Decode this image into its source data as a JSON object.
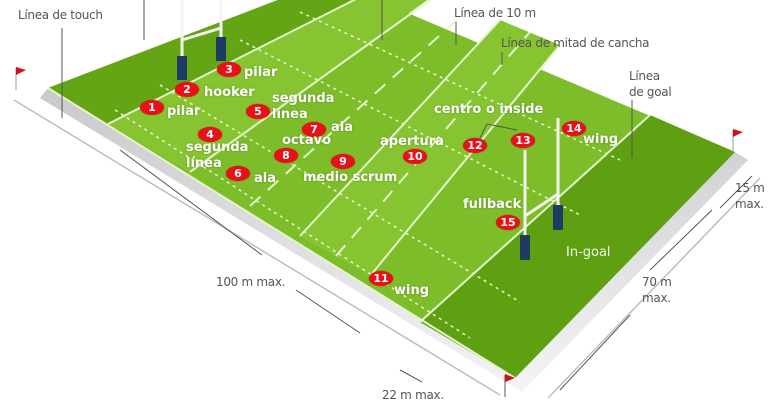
{
  "colors": {
    "field_light": "#7fbf2a",
    "field_dark": "#62a312",
    "in_goal": "#5d9e10",
    "lines": "#e8f5d0",
    "badge": "#e8111a",
    "post_pad": "#1f3a63",
    "flag": "#cc1122",
    "annotation_text": "#555555"
  },
  "annotations": {
    "touch_line": "Línea de touch",
    "ten_m_line": "Línea de 10 m",
    "halfway_line": "Línea de mitad de cancha",
    "goal_line_1": "Línea",
    "goal_line_2": "de goal",
    "in_goal": "In-goal",
    "length": "100 m max.",
    "width_1": "70 m",
    "width_2": "max.",
    "in_goal_depth_1": "15 m",
    "in_goal_depth_2": "max.",
    "twentytwo": "22 m max."
  },
  "players": [
    {
      "number": "1",
      "label": "pilar"
    },
    {
      "number": "2",
      "label": "hooker"
    },
    {
      "number": "3",
      "label": "pilar"
    },
    {
      "number": "4",
      "label_1": "segunda",
      "label_2": "línea"
    },
    {
      "number": "5",
      "label_1": "segunda",
      "label_2": "línea"
    },
    {
      "number": "6",
      "label": "ala"
    },
    {
      "number": "7",
      "label": "ala"
    },
    {
      "number": "8",
      "label": "octavo"
    },
    {
      "number": "9",
      "label": "medio scrum"
    },
    {
      "number": "10",
      "label": "apertura"
    },
    {
      "number": "11",
      "label": "wing"
    },
    {
      "number": "12",
      "label": ""
    },
    {
      "number": "13",
      "label": ""
    },
    {
      "number": "14",
      "label": "wing"
    },
    {
      "number": "15",
      "label": "fullback"
    }
  ],
  "group_labels": {
    "centers": "centro o inside"
  }
}
